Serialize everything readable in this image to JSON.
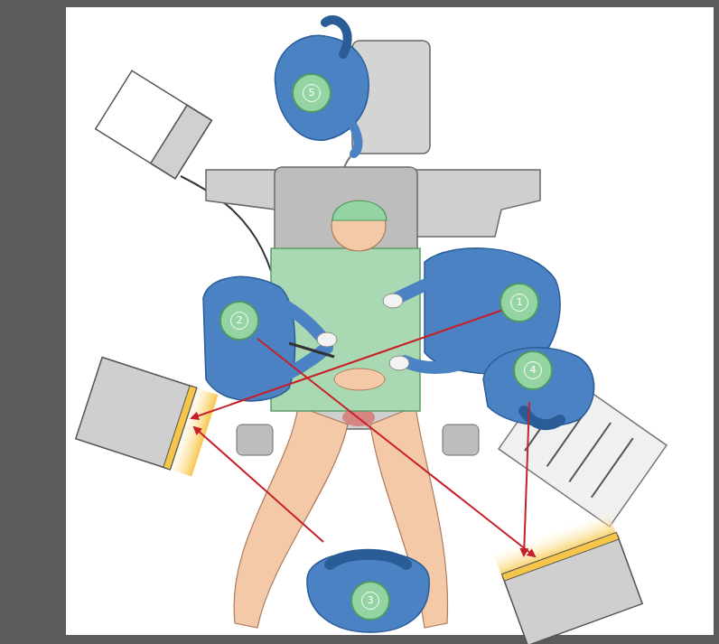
{
  "diagram": {
    "nodes": [
      {
        "text": [
          "5"
        ]
      },
      {
        "text": [
          "1"
        ]
      },
      {
        "text": [
          "2"
        ]
      },
      {
        "text": [
          "4"
        ]
      },
      {
        "text": [
          "3"
        ]
      }
    ]
  }
}
